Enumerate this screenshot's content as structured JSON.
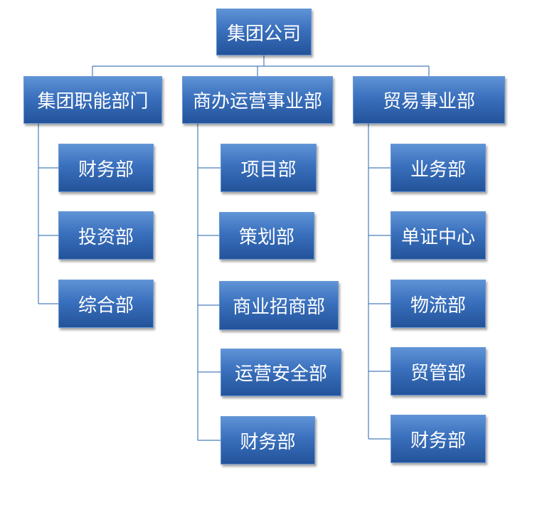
{
  "org_chart": {
    "root": "集团公司",
    "divisions": [
      {
        "label": "集团职能部门",
        "departments": [
          "财务部",
          "投资部",
          "综合部"
        ]
      },
      {
        "label": "商办运营事业部",
        "departments": [
          "项目部",
          "策划部",
          "商业招商部",
          "运营安全部",
          "财务部"
        ]
      },
      {
        "label": "贸易事业部",
        "departments": [
          "业务部",
          "单证中心",
          "物流部",
          "贸管部",
          "财务部"
        ]
      }
    ]
  },
  "colors": {
    "box_top": "#5f93d6",
    "box_bottom": "#23539a",
    "connector": "#4a7ebb",
    "text": "#ffffff"
  }
}
